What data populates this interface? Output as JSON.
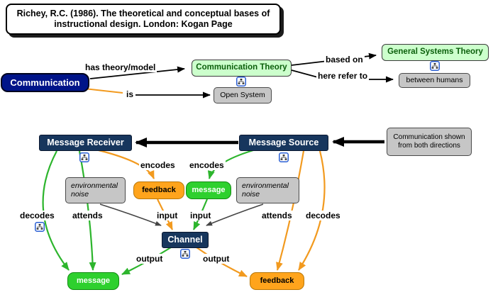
{
  "colors": {
    "navy_node": "#17365d",
    "communication_node": "#001489",
    "light_green_node": "#ccffcc",
    "bright_green_node": "#2ed02e",
    "orange_node": "#ffa41c",
    "gray_node": "#c6c6c6",
    "arrow_black": "#000000",
    "arrow_orange": "#f29a1f",
    "arrow_green": "#2db52d"
  },
  "citation": {
    "text": "Richey, R.C. (1986).  The theoretical and conceptual bases of instructional design.  London: Kogan Page"
  },
  "nodes": {
    "communication": {
      "label": "Communication"
    },
    "communication_theory": {
      "label": "Communication Theory"
    },
    "general_systems_theory": {
      "label": "General Systems Theory"
    },
    "open_system": {
      "label": "Open System"
    },
    "between_humans": {
      "label": "between humans"
    },
    "message_receiver": {
      "label": "Message Receiver"
    },
    "message_source": {
      "label": "Message Source"
    },
    "direction_note": {
      "label": "Communication shown from both directions"
    },
    "env_noise_left": {
      "label": "environmental noise"
    },
    "env_noise_right": {
      "label": "environmental noise"
    },
    "feedback_top": {
      "label": "feedback"
    },
    "message_top": {
      "label": "message"
    },
    "channel": {
      "label": "Channel"
    },
    "message_bottom": {
      "label": "message"
    },
    "feedback_bottom": {
      "label": "feedback"
    }
  },
  "links": {
    "has_theory_model": "has theory/model",
    "is": "is",
    "based_on": "based on",
    "here_refer_to": "here refer to",
    "encodes_left": "encodes",
    "encodes_right": "encodes",
    "decodes_left": "decodes",
    "attends_left": "attends",
    "input_left": "input",
    "input_right": "input",
    "attends_right": "attends",
    "decodes_right": "decodes",
    "output_left": "output",
    "output_right": "output"
  },
  "icons": {
    "resource_icon": "concept-map-resource-icon"
  }
}
